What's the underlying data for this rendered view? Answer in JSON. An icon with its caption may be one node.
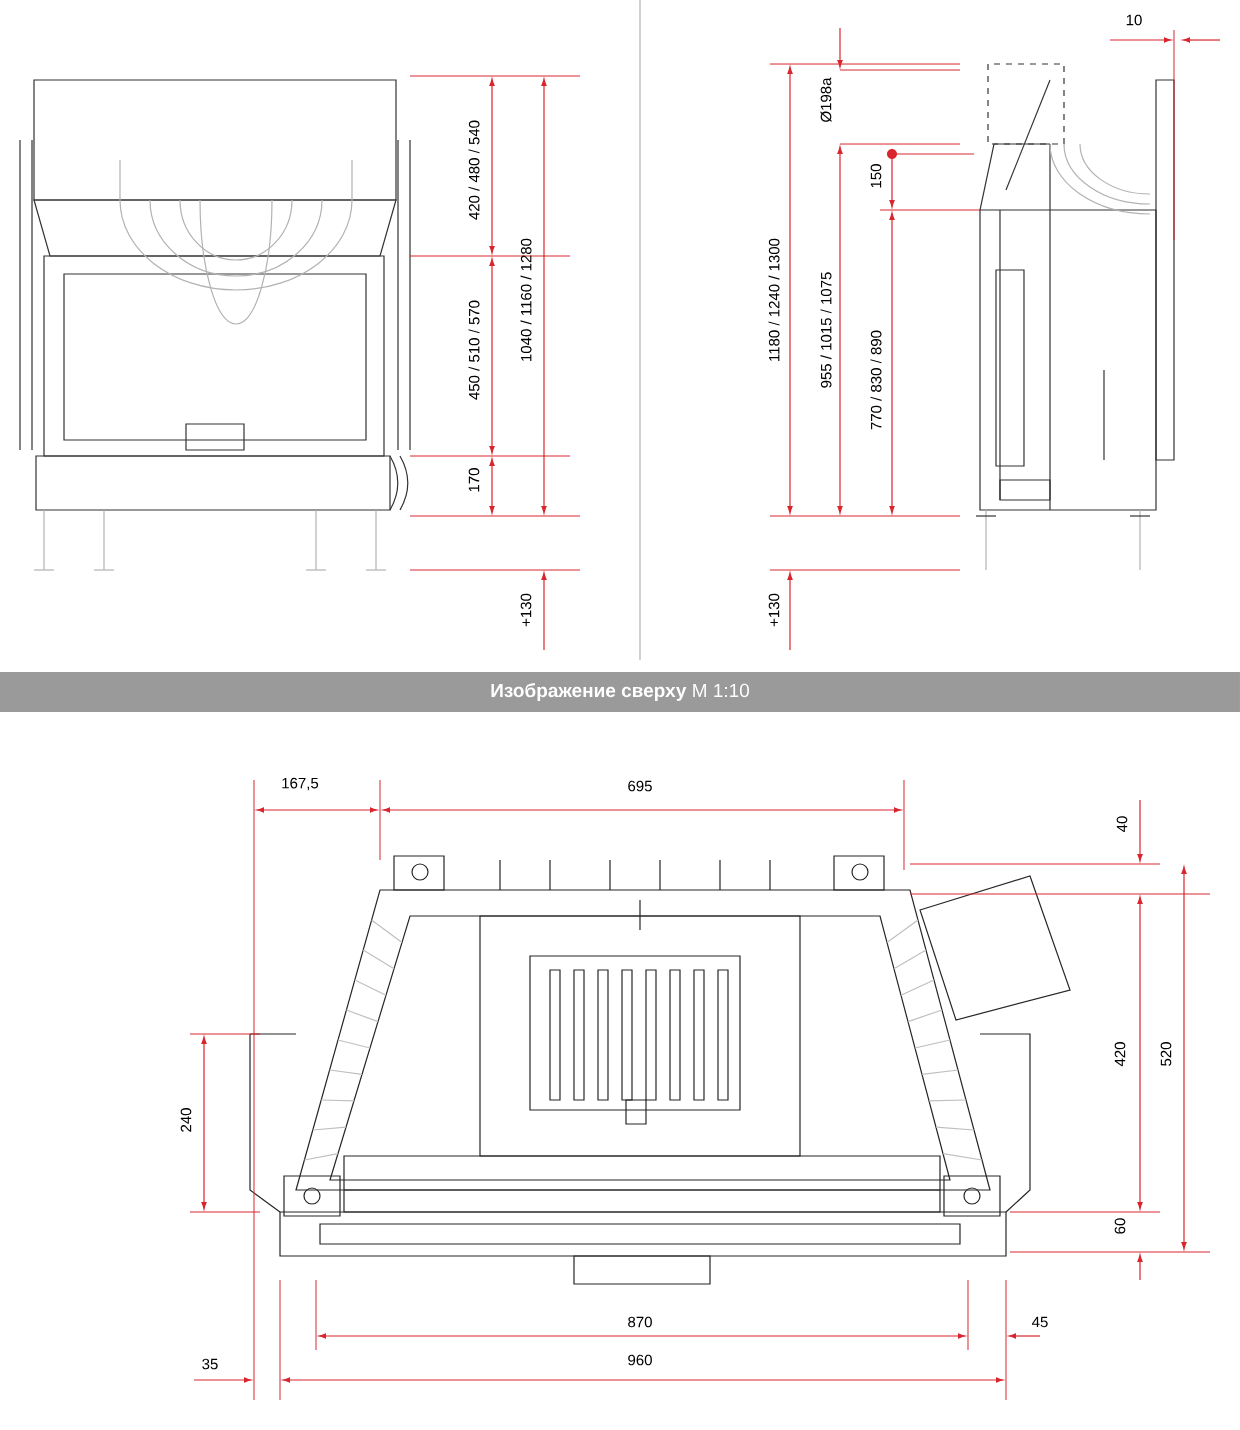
{
  "diagram": {
    "nodes": [
      {
        "text": [
          "**Изображение сверху** М 1:10"
        ]
      }
    ],
    "labels": [
      "420 / 480 / 540",
      "450 / 510 / 570",
      "170",
      "1040 / 1160 / 1280",
      "+130",
      "10",
      "1180 / 1240 / 1300",
      "Ø198a",
      "150",
      "955 / 1015 / 1075",
      "770 / 830 / 890",
      "+130",
      "167,5",
      "695",
      "40",
      "240",
      "420",
      "520",
      "60",
      "870",
      "45",
      "35",
      "960"
    ]
  }
}
